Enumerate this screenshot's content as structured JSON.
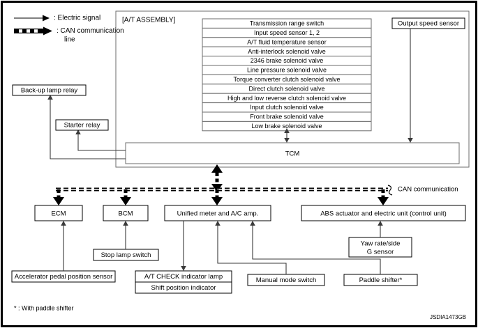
{
  "legend": {
    "electric_signal": ": Electric signal",
    "can_line_1": ": CAN communication",
    "can_line_2": "line"
  },
  "assembly": {
    "title": "[A/T ASSEMBLY]",
    "components": [
      "Transmission range switch",
      "Input speed sensor 1, 2",
      "A/T fluid temperature sensor",
      "Anti-interlock solenoid valve",
      "2346 brake solenoid valve",
      "Line pressure solenoid valve",
      "Torque converter clutch solenoid valve",
      "Direct clutch solenoid valve",
      "High and low reverse clutch solenoid valve",
      "Input clutch solenoid valve",
      "Front brake solenoid valve",
      "Low brake solenoid valve"
    ],
    "tcm_label": "TCM"
  },
  "nodes": {
    "output_speed_sensor": "Output speed sensor",
    "backup_lamp_relay": "Back-up lamp relay",
    "starter_relay": "Starter relay",
    "ecm": "ECM",
    "bcm": "BCM",
    "unified_meter": "Unified meter and A/C amp.",
    "abs_unit": "ABS actuator and electric unit (control unit)",
    "yaw_sensor_line1": "Yaw rate/side",
    "yaw_sensor_line2": "G sensor",
    "accelerator_pedal": "Accelerator pedal position sensor",
    "stop_lamp_switch": "Stop lamp switch",
    "at_check_lamp": "A/T CHECK indicator lamp",
    "shift_position_indicator": "Shift position indicator",
    "manual_mode_switch": "Manual mode switch",
    "paddle_shifter": "Paddle shifter*"
  },
  "can_label": "CAN communication",
  "footnote": "* : With paddle shifter",
  "figure_id": "JSDIA1473GB",
  "colors": {
    "frame": "#000000",
    "wire": "#3a3a3a",
    "box_border": "#000000",
    "list_border": "#6b6b6b",
    "background": "#ffffff"
  }
}
